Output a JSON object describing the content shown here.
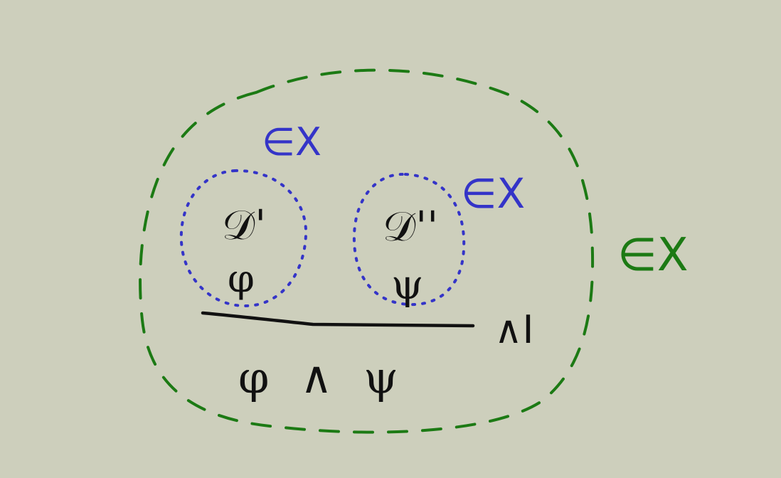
{
  "outer_region": {
    "label": "∈X",
    "color": "#1c7a14"
  },
  "left_subproof": {
    "derivation": "𝒟'",
    "conclusion": "φ",
    "membership_label": "∈X",
    "color": "#3434c8"
  },
  "right_subproof": {
    "derivation": "𝒟''",
    "conclusion": "ψ",
    "membership_label": "∈X",
    "color": "#3434c8"
  },
  "inference": {
    "rule_label": "∧I",
    "conclusion": "φ ∧ ψ",
    "color": "#111111"
  }
}
